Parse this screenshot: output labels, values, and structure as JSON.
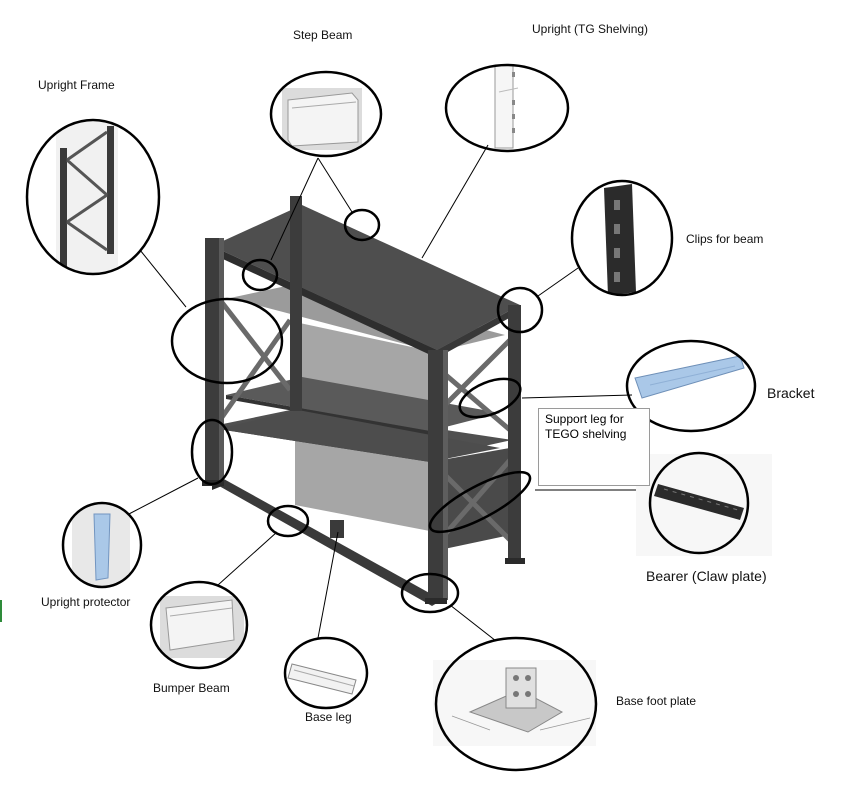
{
  "labels": {
    "upright_frame": "Upright Frame",
    "step_beam": "Step Beam",
    "upright_tg": "Upright (TG Shelving)",
    "clips_for_beam": "Clips for beam",
    "bracket": "Bracket",
    "support_leg": "Support leg for TEGO shelving",
    "bearer": "Bearer (Claw plate)",
    "upright_protector": "Upright protector",
    "bumper_beam": "Bumper Beam",
    "base_leg": "Base leg",
    "base_foot_plate": "Base foot plate"
  },
  "colors": {
    "frame": "#4a4a4a",
    "frame_dark": "#2c2c2c",
    "shelf": "#555555",
    "callout_stroke": "#000000",
    "leader": "#000000",
    "accent_blue": "#aac8e8",
    "note_border": "#9a9a9a"
  }
}
